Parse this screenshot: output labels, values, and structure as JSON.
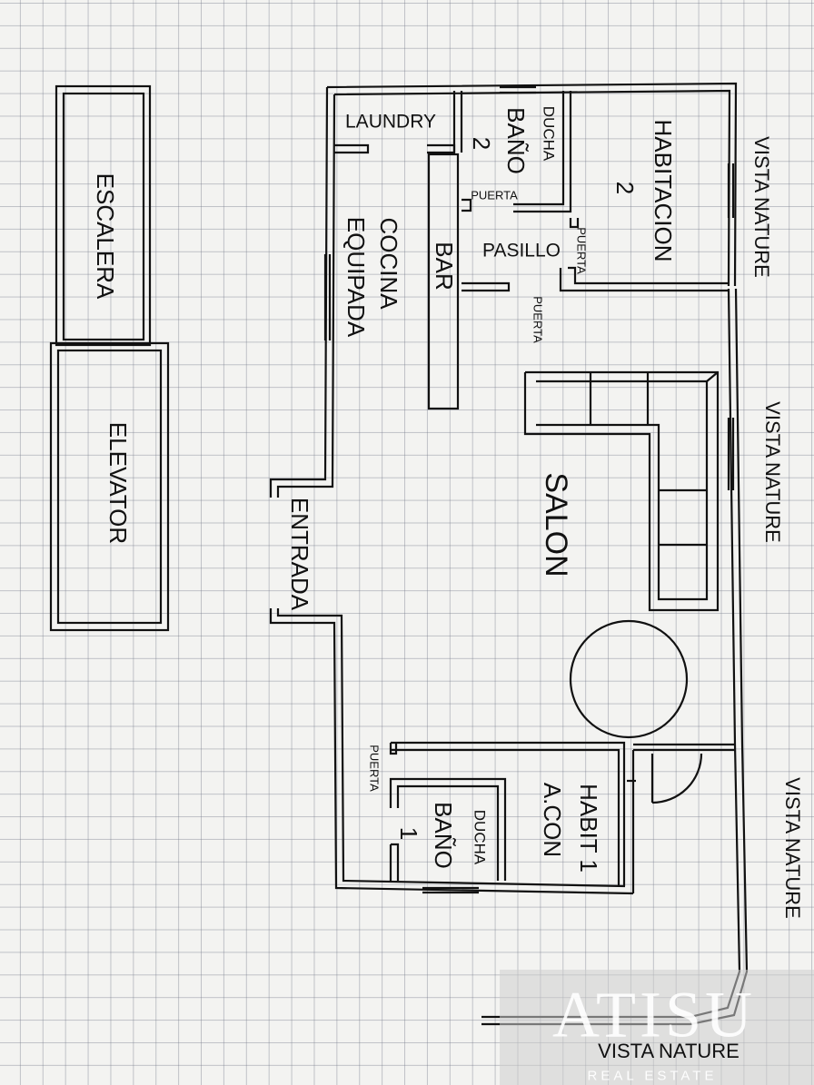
{
  "rooms": {
    "escalera": "ESCALERA",
    "elevator": "ELEVATOR",
    "laundry": "LAUNDRY",
    "cocina_line1": "COCINA",
    "cocina_line2": "EQUIPADA",
    "bar": "BAR",
    "bano2_line1": "BAÑO",
    "bano2_line2": "2",
    "ducha2": "DUCHA",
    "habitacion2_line1": "HABITACION",
    "habitacion2_line2": "2",
    "pasillo": "PASILLO",
    "salon": "SALON",
    "entrada": "ENTRADA",
    "habit1_line1": "HABIT 1",
    "habit1_line2": "A.CON",
    "bano1_line1": "BAÑO",
    "bano1_line2": "1",
    "ducha1": "DUCHA"
  },
  "doors": {
    "puerta_bano2": "PUERTA",
    "puerta_hab2": "PUERTA",
    "puerta_pasillo": "PUERTA",
    "puerta_hab1": "PUERTA"
  },
  "views": {
    "vista1": "VISTA NATURE",
    "vista2": "VISTA NATURE",
    "vista3": "VISTA NATURE"
  },
  "watermark": {
    "logo": "ATISU",
    "subtitle": "VISTA NATURE",
    "tagline": "REAL ESTATE"
  },
  "colors": {
    "paper": "#f3f3f1",
    "grid": "#7c818c",
    "ink": "#111111"
  }
}
